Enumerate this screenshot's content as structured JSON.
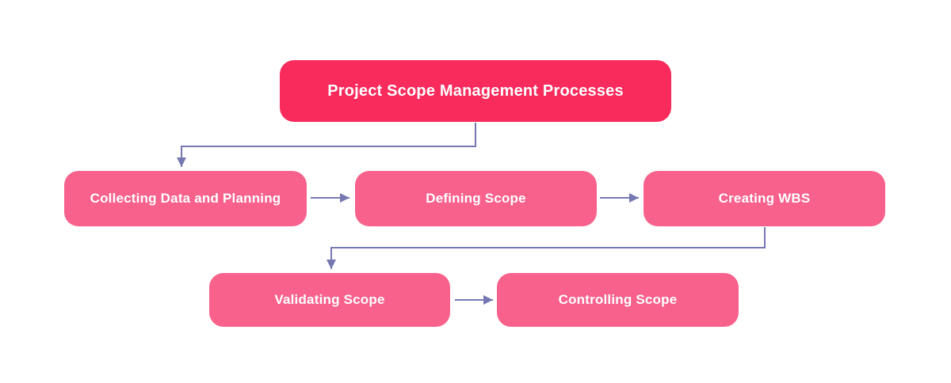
{
  "diagram": {
    "title": "Project Scope Management Processes",
    "nodes": [
      {
        "id": "collecting-data-and-planning",
        "label": "Collecting Data and Planning"
      },
      {
        "id": "defining-scope",
        "label": "Defining Scope"
      },
      {
        "id": "creating-wbs",
        "label": "Creating WBS"
      },
      {
        "id": "validating-scope",
        "label": "Validating Scope"
      },
      {
        "id": "controlling-scope",
        "label": "Controlling Scope"
      }
    ],
    "flow": [
      "Project Scope Management Processes -> Collecting Data and Planning",
      "Collecting Data and Planning -> Defining Scope",
      "Defining Scope -> Creating WBS",
      "Creating WBS -> Validating Scope",
      "Validating Scope -> Controlling Scope"
    ],
    "colors": {
      "title_box": "#f92b5c",
      "process_box": "#f7618c",
      "connector": "#7678b2",
      "text": "#ffffff",
      "background": "#ffffff"
    }
  }
}
